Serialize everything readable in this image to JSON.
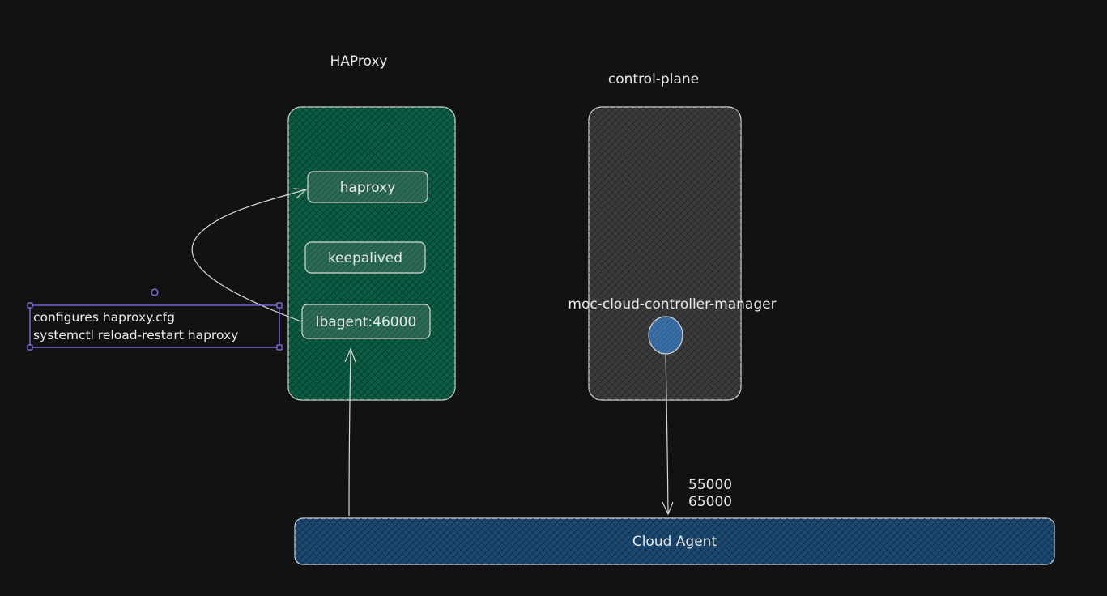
{
  "labels": {
    "haproxy_title": "HAProxy",
    "control_plane_title": "control-plane",
    "haproxy_service": "haproxy",
    "keepalived_service": "keepalived",
    "lbagent_service": "lbagent:46000",
    "ccm_label": "moc-cloud-controller-manager",
    "ports_line1": "55000",
    "ports_line2": "65000",
    "cloud_agent": "Cloud Agent",
    "note_line1": "configures haproxy.cfg",
    "note_line2": "systemctl reload-restart haproxy"
  },
  "colors": {
    "background": "#121212",
    "haproxy_fill": "#0b5e45",
    "control_plane_fill": "#3c3c3c",
    "cloud_agent_fill": "#1d4a73",
    "ccm_dot": "#3a6ea5",
    "selection": "#8a7bff",
    "stroke": "#d8d8d8"
  }
}
